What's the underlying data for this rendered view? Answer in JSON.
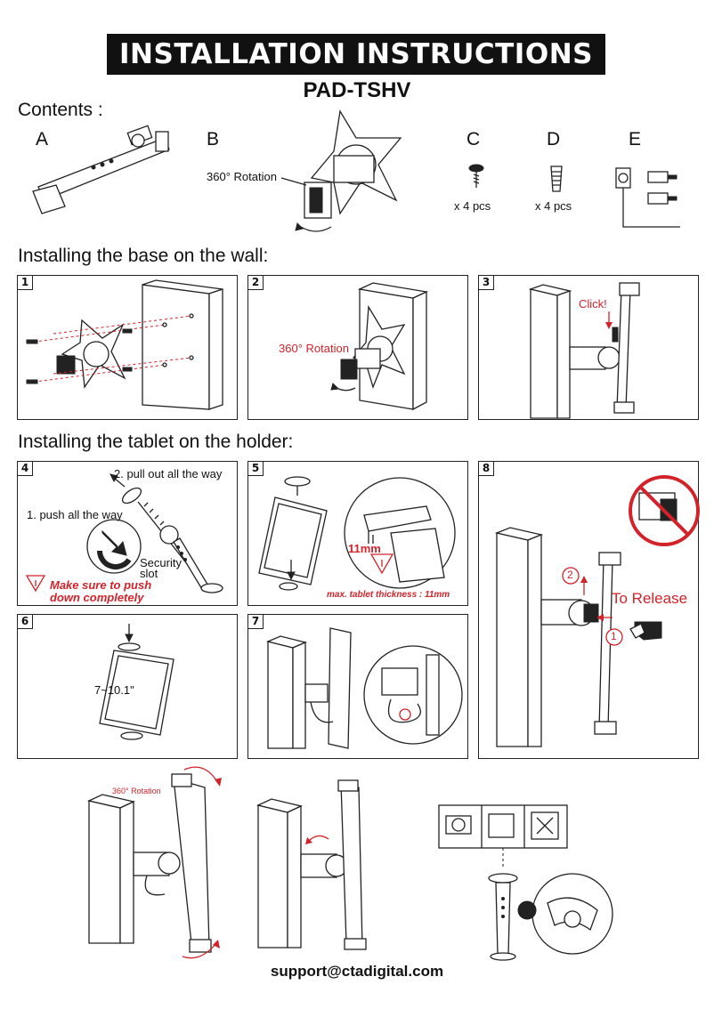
{
  "header": {
    "title": "INSTALLATION INSTRUCTIONS",
    "model": "PAD-TSHV"
  },
  "contents": {
    "heading": "Contents :",
    "items": [
      {
        "letter": "A"
      },
      {
        "letter": "B",
        "note": "360° Rotation"
      },
      {
        "letter": "C",
        "qty": "x 4 pcs"
      },
      {
        "letter": "D",
        "qty": "x 4 pcs"
      },
      {
        "letter": "E"
      }
    ]
  },
  "section_wall": {
    "heading": "Installing the base on the wall:",
    "steps": [
      {
        "num": "1"
      },
      {
        "num": "2",
        "note": "360° Rotation"
      },
      {
        "num": "3",
        "note": "Click!"
      }
    ]
  },
  "section_tablet": {
    "heading": "Installing the tablet on the holder:",
    "steps": [
      {
        "num": "4",
        "pull": "2. pull out all the way",
        "push": "1. push all the way",
        "slot": "Security slot",
        "warning": "Make sure to push down completely"
      },
      {
        "num": "5",
        "thickness_label": "11mm",
        "note": "max. tablet thickness : 11mm"
      },
      {
        "num": "6",
        "size": "7~10.1\""
      },
      {
        "num": "7"
      },
      {
        "num": "8",
        "step1": "1",
        "step2": "2",
        "release": "To Release"
      }
    ]
  },
  "bottom": {
    "rotation": "360° Rotation"
  },
  "footer": {
    "email": "support@ctadigital.com"
  },
  "colors": {
    "accent_red": "#d2232a",
    "banner_bg": "#111111",
    "banner_text": "#ffffff"
  }
}
